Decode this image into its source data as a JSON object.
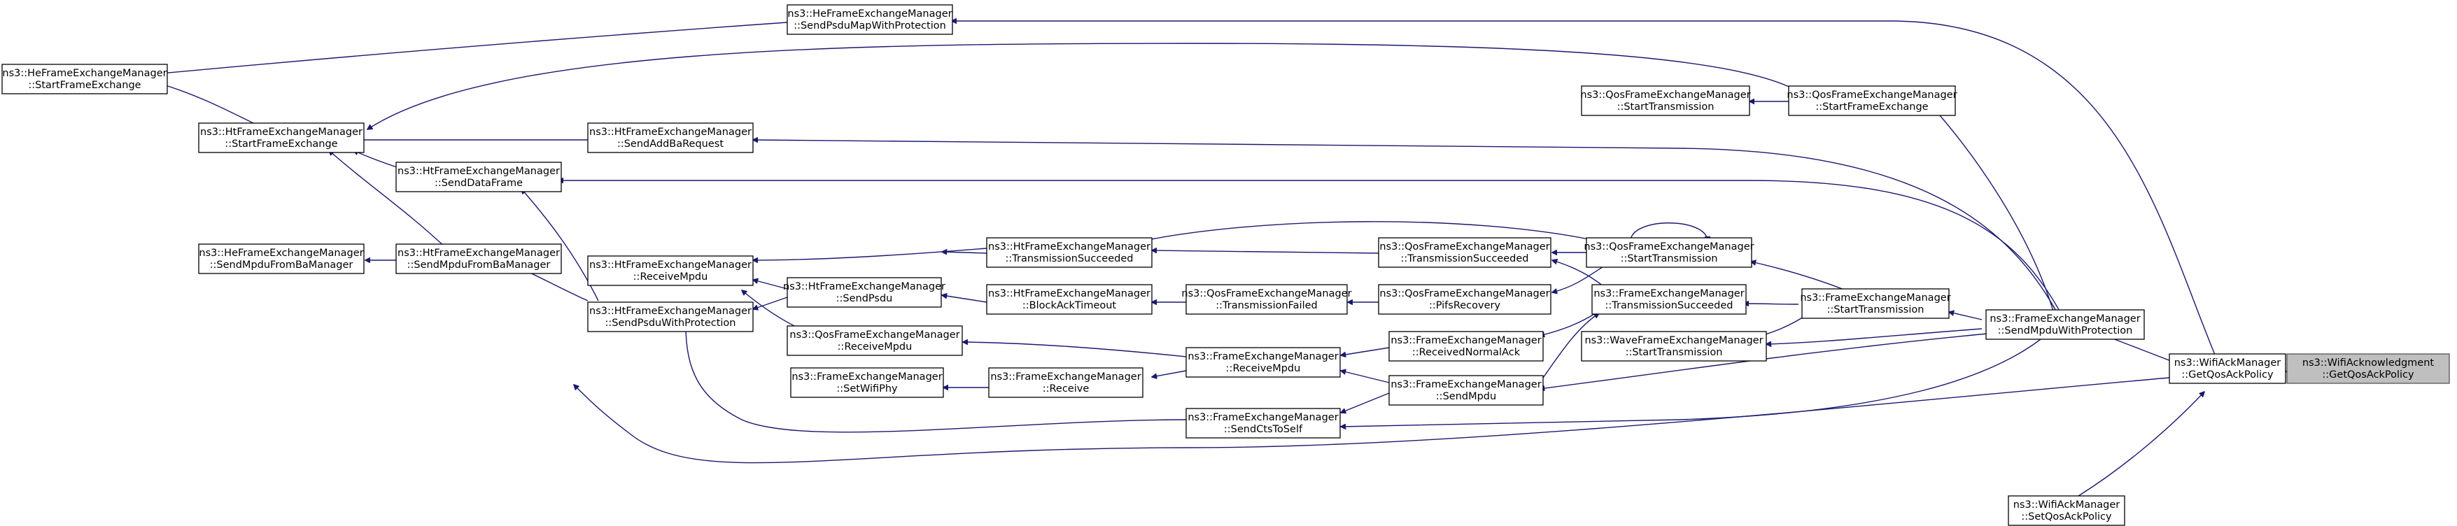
{
  "nodes": {
    "wifi_ack_getqos": {
      "line1": "ns3::WifiAcknowledgment",
      "line2": "::GetQosAckPolicy",
      "root": true
    },
    "wifiack_mgr_getqos": {
      "line1": "ns3::WifiAckManager",
      "line2": "::GetQosAckPolicy"
    },
    "wifiack_mgr_setqos": {
      "line1": "ns3::WifiAckManager",
      "line2": "::SetQosAckPolicy"
    },
    "fem_sendmpduwithprot": {
      "line1": "ns3::FrameExchangeManager",
      "line2": "::SendMpduWithProtection"
    },
    "fem_starttransmission": {
      "line1": "ns3::FrameExchangeManager",
      "line2": "::StartTransmission"
    },
    "wave_starttransmission": {
      "line1": "ns3::WaveFrameExchangeManager",
      "line2": "::StartTransmission"
    },
    "qos_startframeexchange": {
      "line1": "ns3::QosFrameExchangeManager",
      "line2": "::StartFrameExchange"
    },
    "qos_starttransmission_left": {
      "line1": "ns3::QosFrameExchangeManager",
      "line2": "::StartTransmission"
    },
    "qos_starttransmission_mid": {
      "line1": "ns3::QosFrameExchangeManager",
      "line2": "::StartTransmission"
    },
    "fem_transmissionsucceeded": {
      "line1": "ns3::FrameExchangeManager",
      "line2": "::TransmissionSucceeded"
    },
    "qos_transmissionsucceeded": {
      "line1": "ns3::QosFrameExchangeManager",
      "line2": "::TransmissionSucceeded"
    },
    "qos_pifsrecovery": {
      "line1": "ns3::QosFrameExchangeManager",
      "line2": "::PifsRecovery"
    },
    "fem_receivednormalack": {
      "line1": "ns3::FrameExchangeManager",
      "line2": "::ReceivedNormalAck"
    },
    "fem_sendmpdu": {
      "line1": "ns3::FrameExchangeManager",
      "line2": "::SendMpdu"
    },
    "fem_receivempdu": {
      "line1": "ns3::FrameExchangeManager",
      "line2": "::ReceiveMpdu"
    },
    "fem_sendctstoself": {
      "line1": "ns3::FrameExchangeManager",
      "line2": "::SendCtsToSelf"
    },
    "fem_receive": {
      "line1": "ns3::FrameExchangeManager",
      "line2": "::Receive"
    },
    "fem_setwifiphy": {
      "line1": "ns3::FrameExchangeManager",
      "line2": "::SetWifiPhy"
    },
    "qos_transmissionfailed": {
      "line1": "ns3::QosFrameExchangeManager",
      "line2": "::TransmissionFailed"
    },
    "ht_transmissionsucceeded": {
      "line1": "ns3::HtFrameExchangeManager",
      "line2": "::TransmissionSucceeded"
    },
    "ht_blockacktimeout": {
      "line1": "ns3::HtFrameExchangeManager",
      "line2": "::BlockAckTimeout"
    },
    "ht_sendpsdu": {
      "line1": "ns3::HtFrameExchangeManager",
      "line2": "::SendPsdu"
    },
    "qos_receivempdu": {
      "line1": "ns3::QosFrameExchangeManager",
      "line2": "::ReceiveMpdu"
    },
    "ht_receivempdu": {
      "line1": "ns3::HtFrameExchangeManager",
      "line2": "::ReceiveMpdu"
    },
    "ht_sendpsduwithprot": {
      "line1": "ns3::HtFrameExchangeManager",
      "line2": "::SendPsduWithProtection"
    },
    "ht_sendmpdufromba": {
      "line1": "ns3::HtFrameExchangeManager",
      "line2": "::SendMpduFromBaManager"
    },
    "he_sendmpdufromba": {
      "line1": "ns3::HeFrameExchangeManager",
      "line2": "::SendMpduFromBaManager"
    },
    "ht_senddataframe": {
      "line1": "ns3::HtFrameExchangeManager",
      "line2": "::SendDataFrame"
    },
    "ht_sendaddbarequest": {
      "line1": "ns3::HtFrameExchangeManager",
      "line2": "::SendAddBaRequest"
    },
    "ht_startframeexchange": {
      "line1": "ns3::HtFrameExchangeManager",
      "line2": "::StartFrameExchange"
    },
    "he_startframeexchange": {
      "line1": "ns3::HeFrameExchangeManager",
      "line2": "::StartFrameExchange"
    },
    "he_sendpsdumapwithprot": {
      "line1": "ns3::HeFrameExchangeManager",
      "line2": "::SendPsduMapWithProtection"
    }
  }
}
